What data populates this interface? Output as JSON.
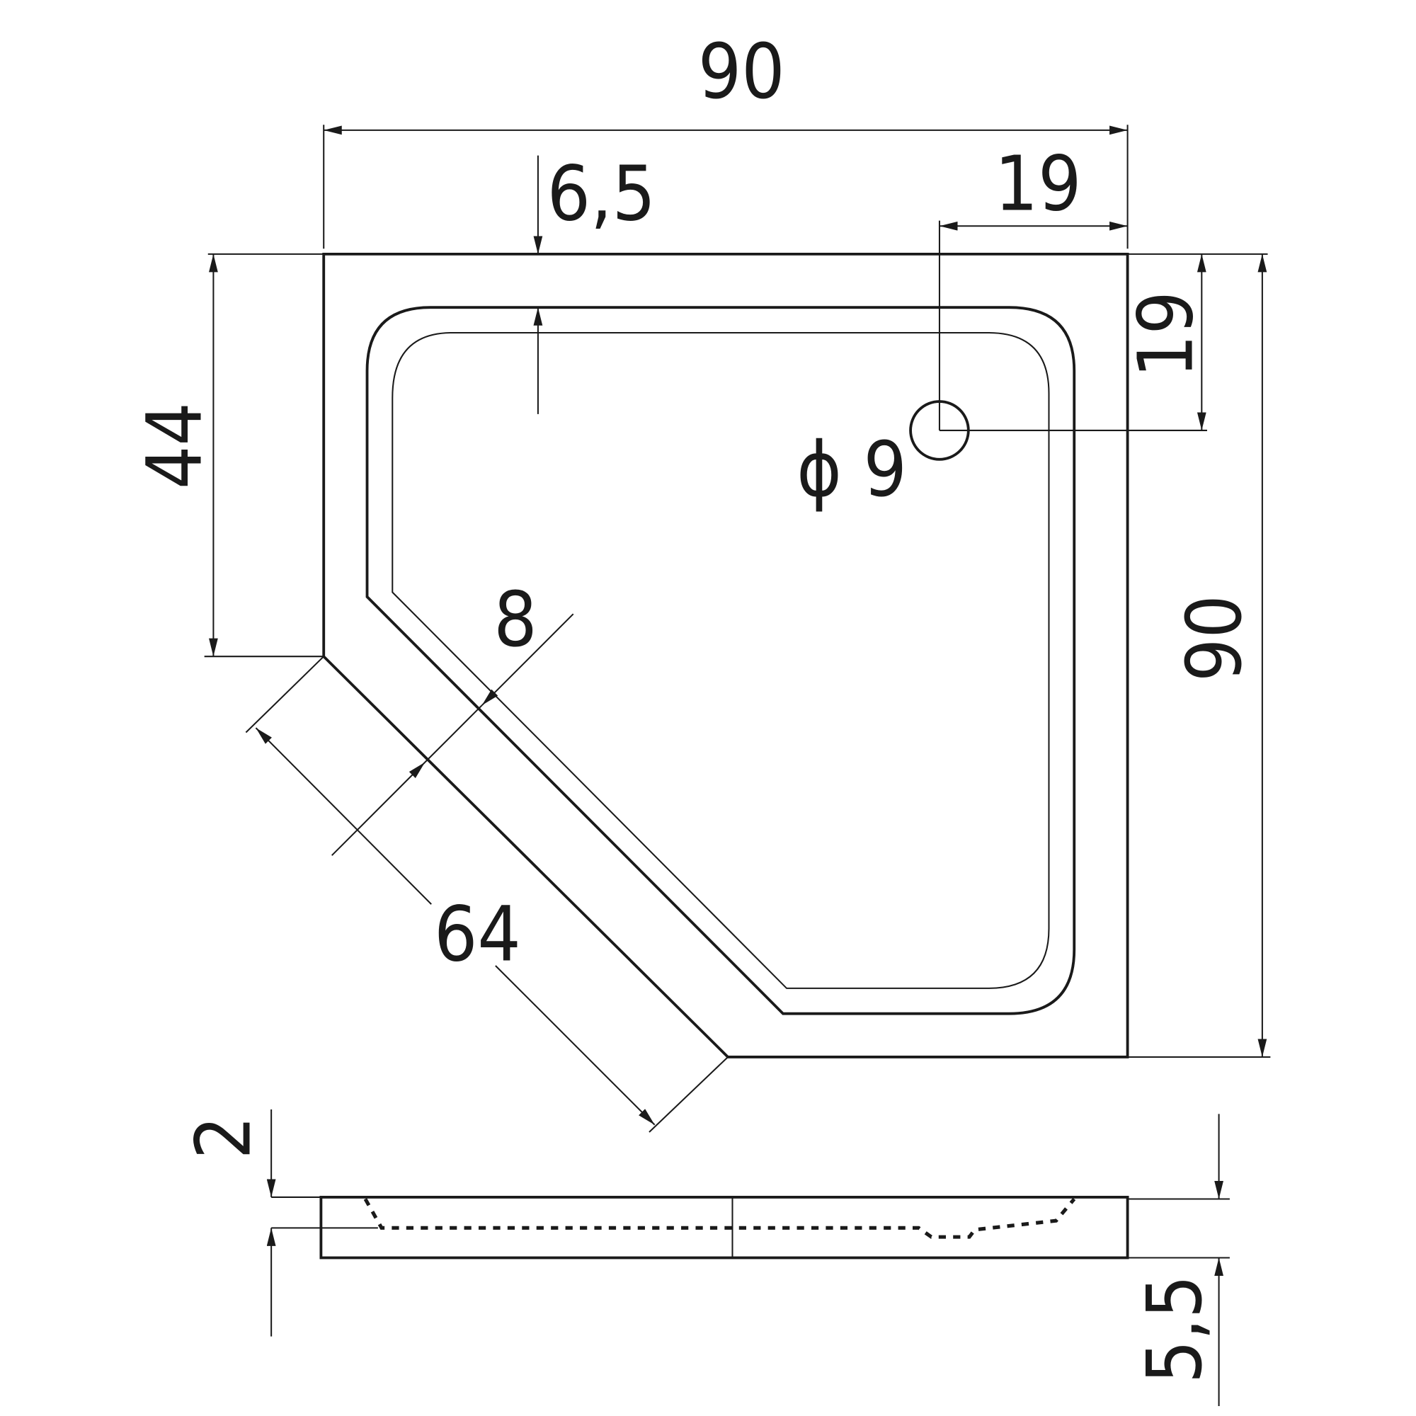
{
  "drawing": {
    "title": "Pentagonal shower tray dimension drawing",
    "colors": {
      "line": "#1a1a1a",
      "background": "#ffffff"
    },
    "dimensions": {
      "width_top": "90",
      "drain_offset_x": "19",
      "rim_width": "6,5",
      "drain_offset_y": "19",
      "depth_right": "90",
      "left_side": "44",
      "front_rim": "8",
      "diagonal": "64",
      "drain_diameter": "ϕ 9",
      "rim_height": "2",
      "total_height": "5,5"
    }
  }
}
